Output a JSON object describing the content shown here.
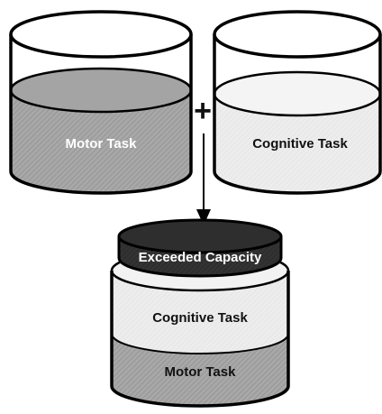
{
  "labels": {
    "left_container": "Motor Task",
    "right_container": "Cognitive Task",
    "combined_top": "Exceeded Capacity",
    "combined_middle": "Cognitive Task",
    "combined_bottom": "Motor Task"
  },
  "symbols": {
    "plus": "+"
  },
  "colors": {
    "motor_fill": "#a9a9a9",
    "cognitive_fill": "#f2f2f2",
    "exceeded_fill": "#2f2f2f",
    "outline": "#000000"
  }
}
